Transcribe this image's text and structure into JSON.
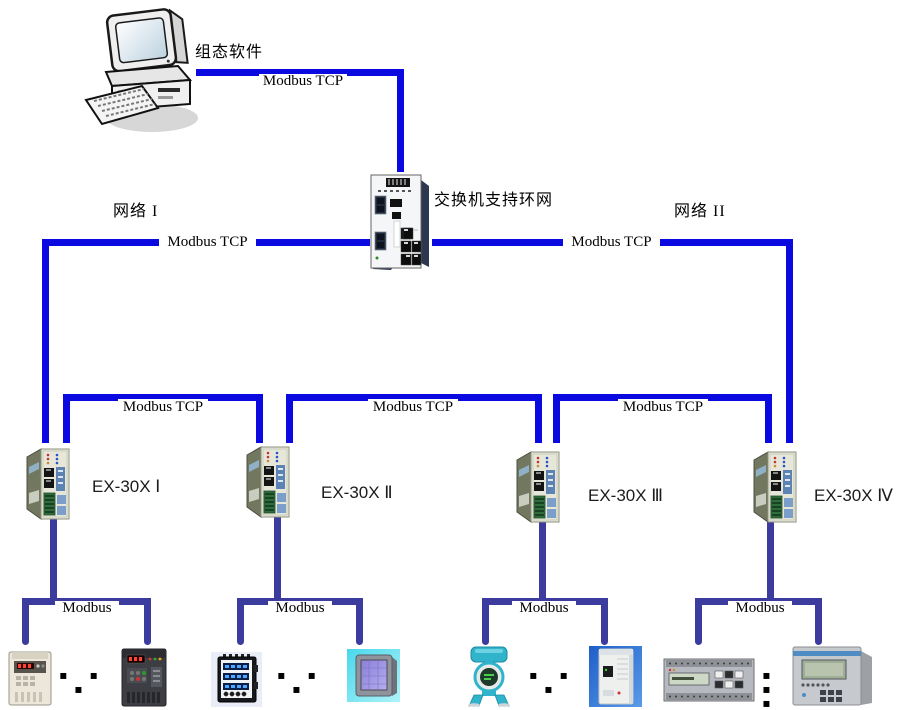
{
  "diagram": {
    "scada_label": "组态软件",
    "switch_label": "交换机支持环网",
    "network1": "网络 I",
    "network2": "网络 II",
    "pc_link": "Modbus TCP",
    "ring_links": [
      "Modbus TCP",
      "Modbus TCP"
    ],
    "segment_links": [
      "Modbus TCP",
      "Modbus TCP",
      "Modbus TCP"
    ],
    "gateways": [
      "EX-30X Ⅰ",
      "EX-30X Ⅱ",
      "EX-30X Ⅲ",
      "EX-30X Ⅳ"
    ],
    "field_buses": [
      "Modbus",
      "Modbus",
      "Modbus",
      "Modbus"
    ],
    "ellipsis": "▪ ▪ ▪",
    "colors": {
      "backbone": "#0a0ae0",
      "fieldbus": "#3c3c9e"
    }
  }
}
